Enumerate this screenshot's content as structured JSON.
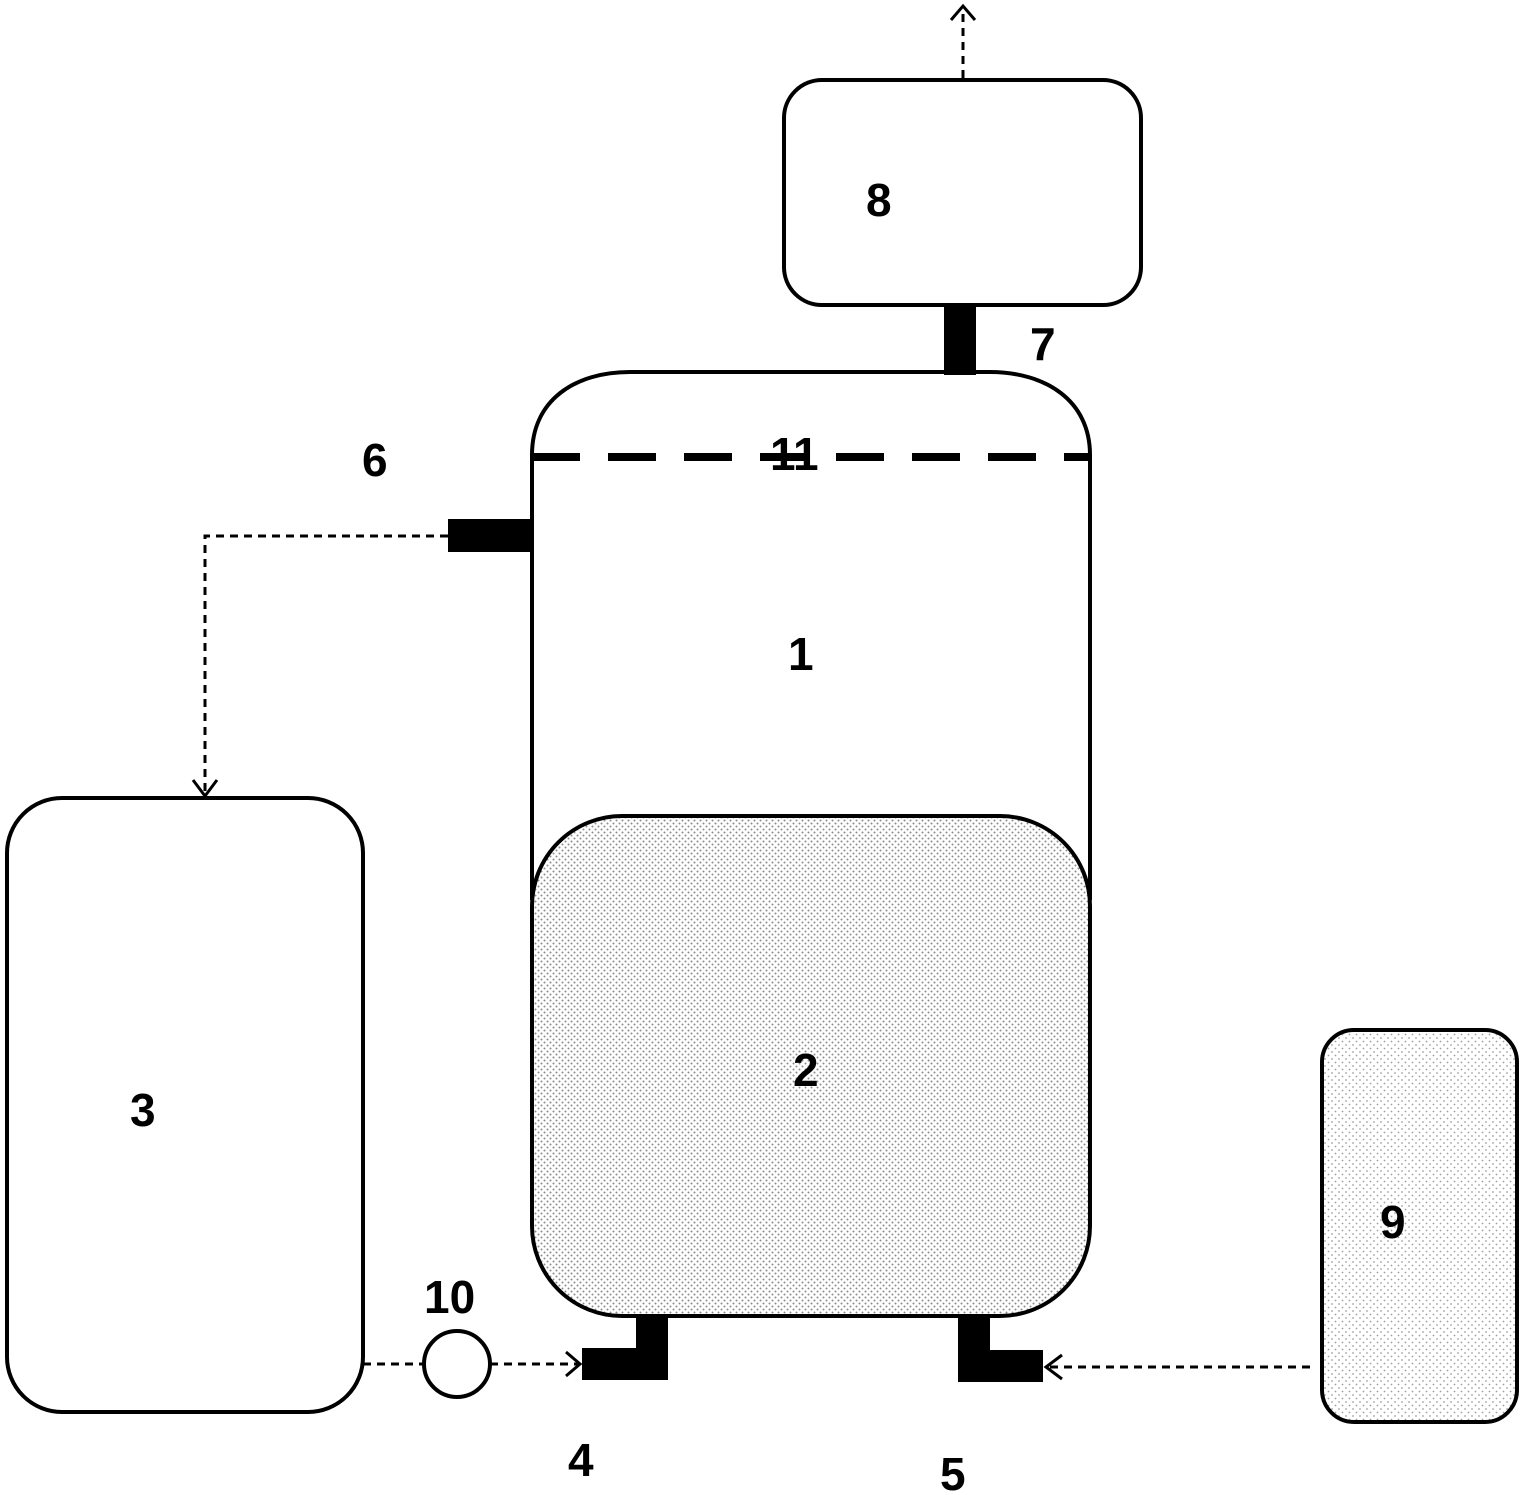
{
  "labels": {
    "vessel": "1",
    "packed_bed": "2",
    "left_tank": "3",
    "bottom_inlet_left": "4",
    "bottom_inlet_right": "5",
    "side_outlet": "6",
    "top_outlet": "7",
    "top_unit": "8",
    "right_tank": "9",
    "pump": "10",
    "screen": "11"
  },
  "colors": {
    "line": "#000000",
    "fill_fixed": "#000000",
    "background": "#ffffff",
    "stipple": "#9a9a9a"
  }
}
